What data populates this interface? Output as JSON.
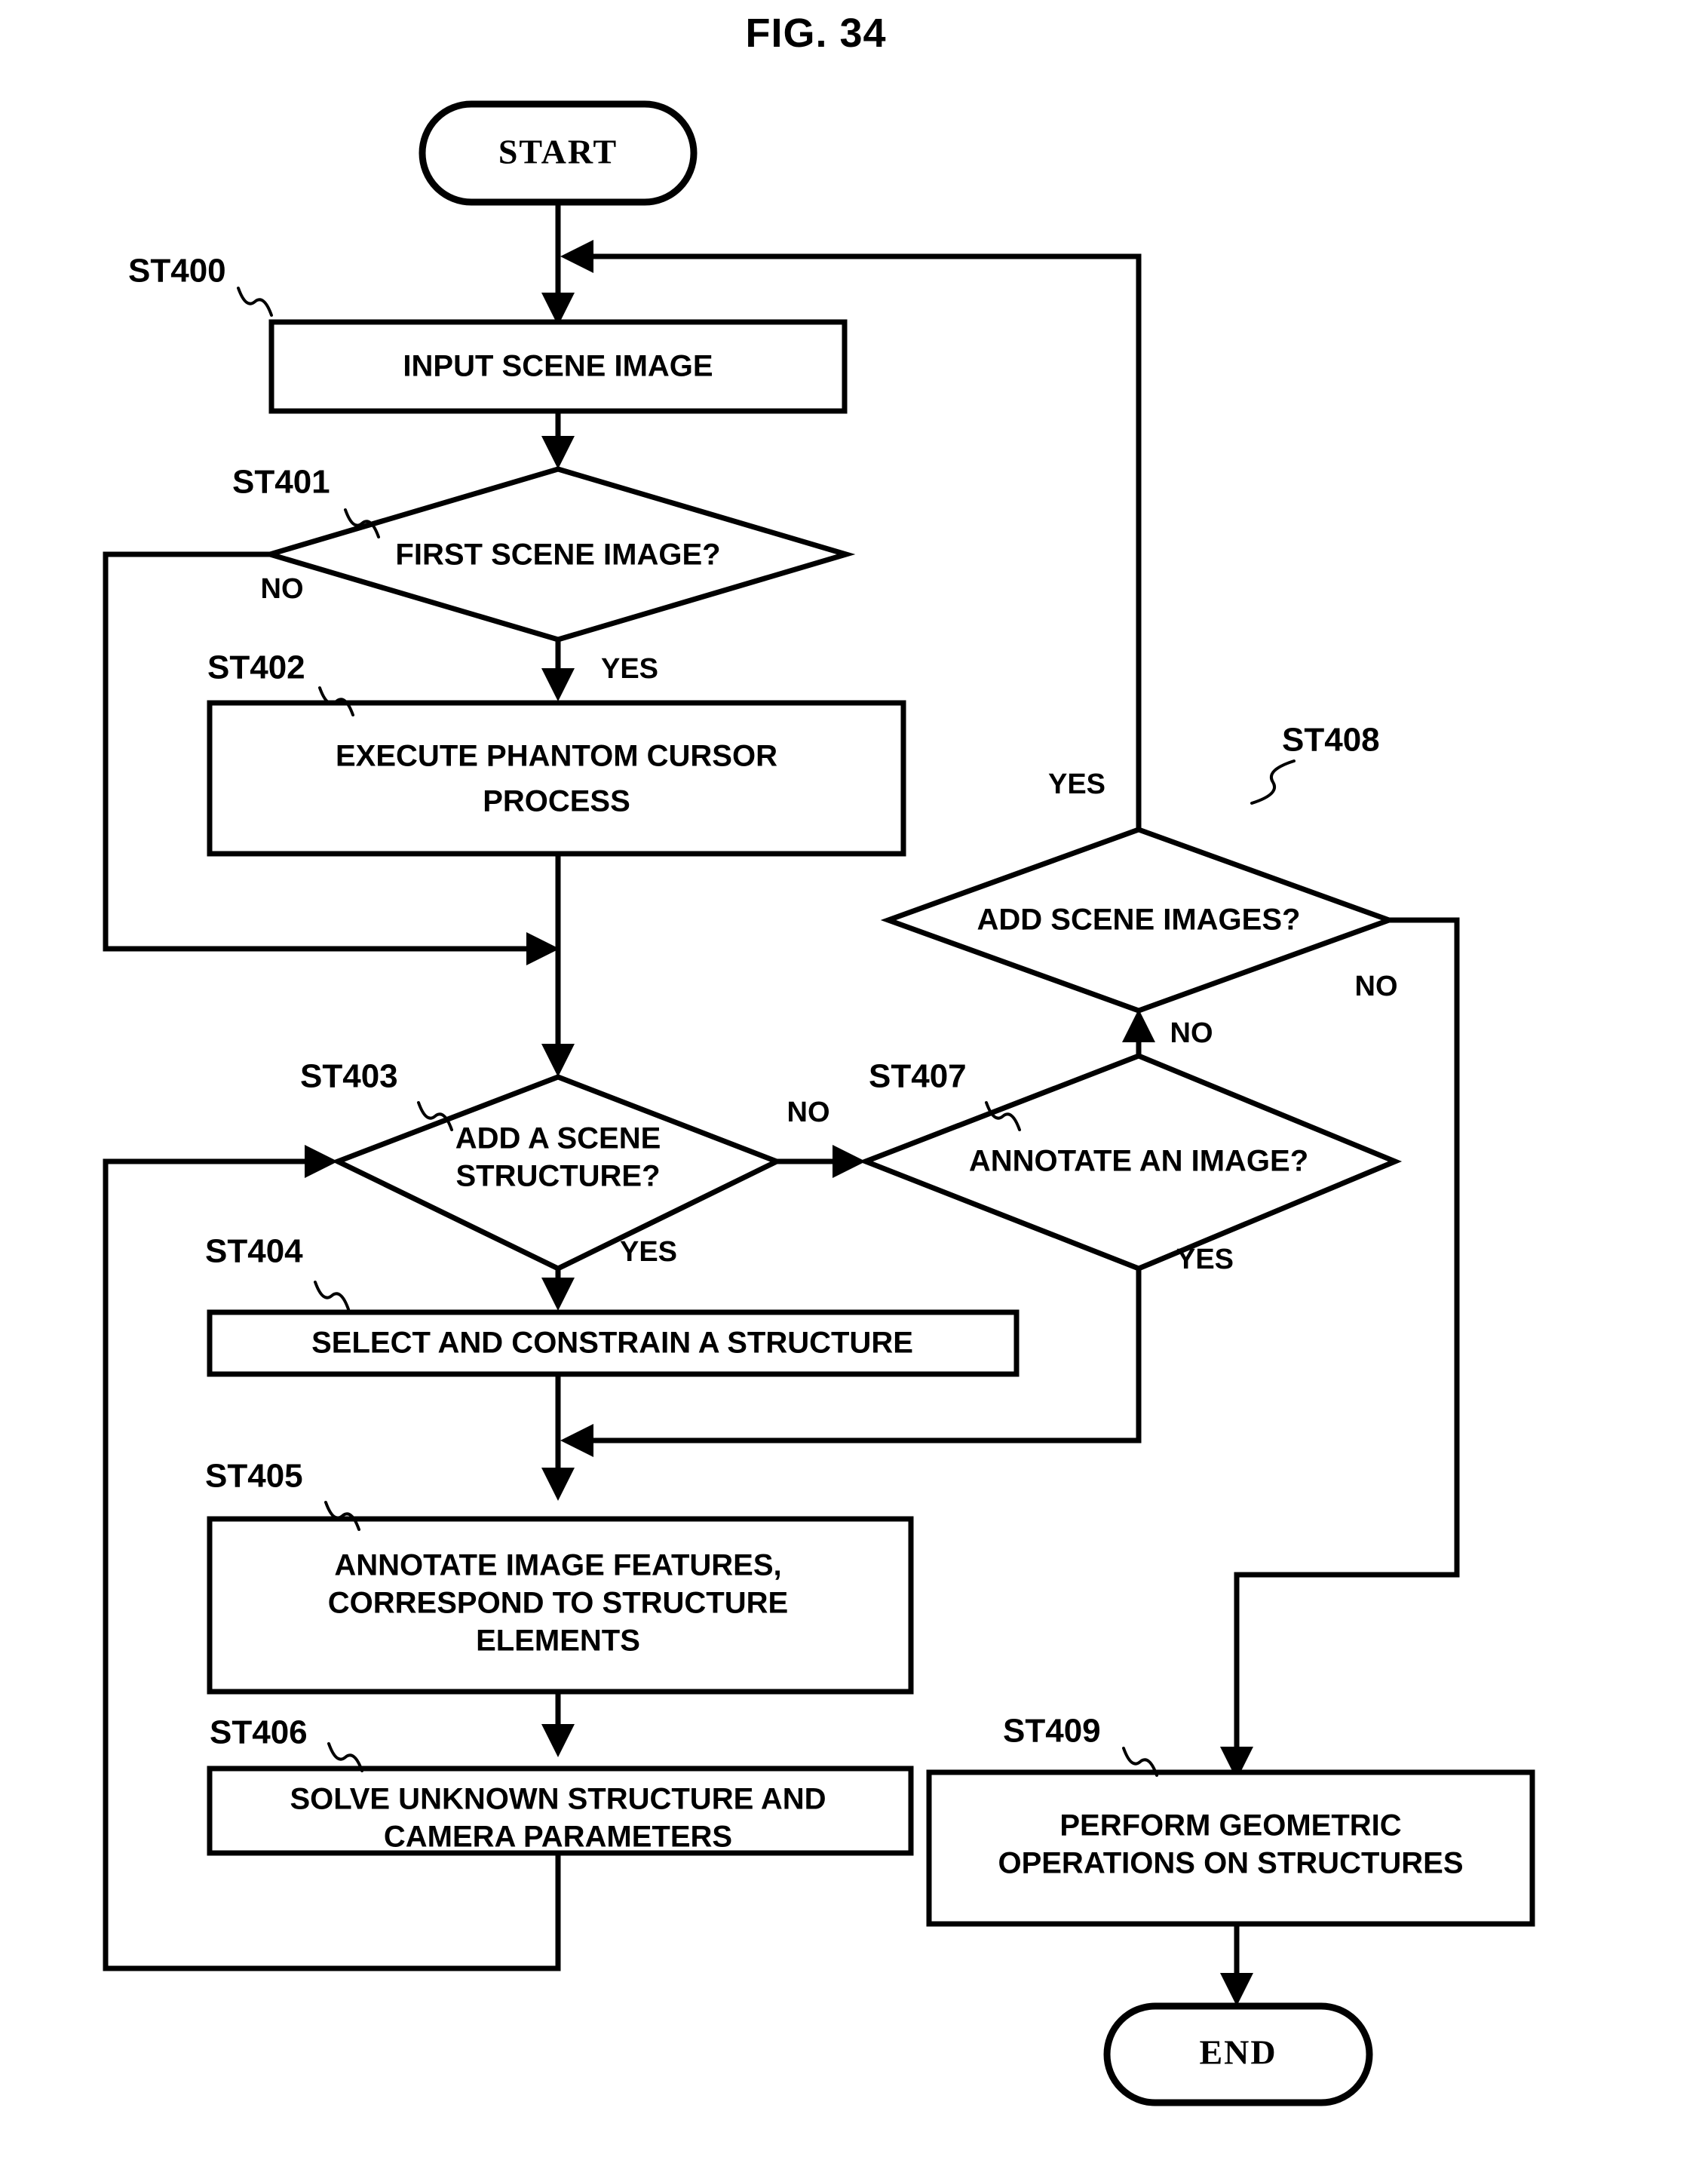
{
  "figure": {
    "title": "FIG. 34",
    "type": "flowchart"
  },
  "nodes": {
    "start": {
      "label": "START",
      "shape": "terminator"
    },
    "st400": {
      "ref": "ST400",
      "label": "INPUT SCENE IMAGE",
      "shape": "process"
    },
    "st401": {
      "ref": "ST401",
      "label": "FIRST SCENE IMAGE?",
      "shape": "decision"
    },
    "st402": {
      "ref": "ST402",
      "line1": "EXECUTE PHANTOM CURSOR",
      "line2": "PROCESS",
      "shape": "process"
    },
    "st403": {
      "ref": "ST403",
      "line1": "ADD A SCENE",
      "line2": "STRUCTURE?",
      "shape": "decision"
    },
    "st404": {
      "ref": "ST404",
      "label": "SELECT AND CONSTRAIN A STRUCTURE",
      "shape": "process"
    },
    "st405": {
      "ref": "ST405",
      "line1": "ANNOTATE IMAGE FEATURES,",
      "line2": "CORRESPOND TO STRUCTURE",
      "line3": "ELEMENTS",
      "shape": "process"
    },
    "st406": {
      "ref": "ST406",
      "line1": "SOLVE UNKNOWN STRUCTURE AND",
      "line2": "CAMERA PARAMETERS",
      "shape": "process"
    },
    "st407": {
      "ref": "ST407",
      "label": "ANNOTATE AN IMAGE?",
      "shape": "decision"
    },
    "st408": {
      "ref": "ST408",
      "label": "ADD SCENE IMAGES?",
      "shape": "decision"
    },
    "st409": {
      "ref": "ST409",
      "line1": "PERFORM GEOMETRIC",
      "line2": "OPERATIONS ON STRUCTURES",
      "shape": "process"
    },
    "end": {
      "label": "END",
      "shape": "terminator"
    }
  },
  "branches": {
    "st401_no": "NO",
    "st401_yes": "YES",
    "st403_no": "NO",
    "st403_yes": "YES",
    "st407_no": "NO",
    "st407_yes": "YES",
    "st408_yes": "YES",
    "st408_no": "NO"
  },
  "colors": {
    "stroke": "#000000",
    "fill": "#ffffff"
  }
}
